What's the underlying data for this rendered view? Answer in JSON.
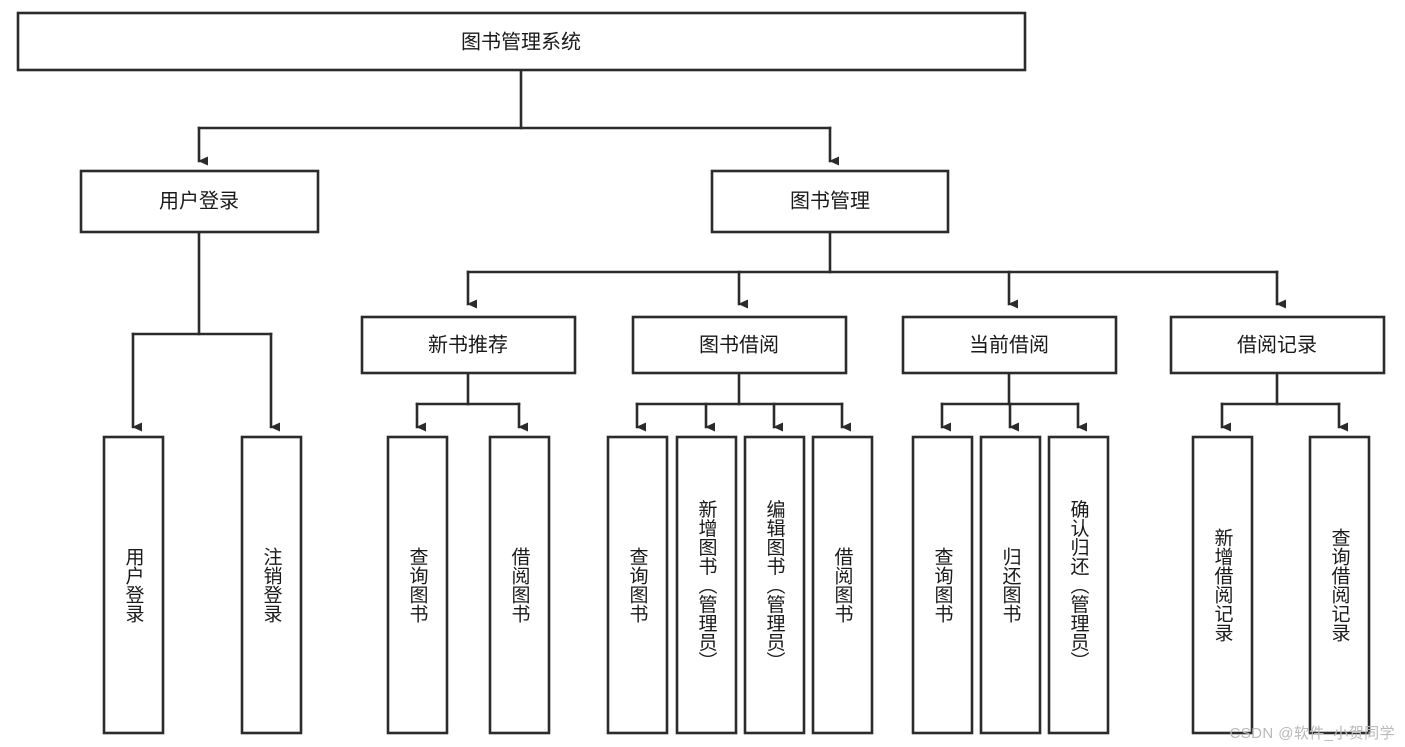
{
  "diagram": {
    "type": "tree-hierarchy",
    "title": "图书管理系统",
    "watermark": "CSDN @软件_小贺同学",
    "colors": {
      "stroke": "#2b2b2b",
      "fill": "#ffffff",
      "text": "#1a1a1a",
      "watermark": "#b9b9b9",
      "background": "#ffffff"
    },
    "levels": {
      "root": "图书管理系统",
      "level2": [
        "用户登录",
        "图书管理"
      ],
      "level3": [
        "新书推荐",
        "图书借阅",
        "当前借阅",
        "借阅记录"
      ]
    },
    "nodes": {
      "root": {
        "id": "root",
        "label": "图书管理系统",
        "orientation": "horizontal"
      },
      "user_login": {
        "id": "user_login",
        "label": "用户登录",
        "orientation": "horizontal"
      },
      "book_manage": {
        "id": "book_manage",
        "label": "图书管理",
        "orientation": "horizontal"
      },
      "new_book_rec": {
        "id": "new_book_rec",
        "label": "新书推荐",
        "orientation": "horizontal"
      },
      "book_borrow": {
        "id": "book_borrow",
        "label": "图书借阅",
        "orientation": "horizontal"
      },
      "current_borrow": {
        "id": "current_borrow",
        "label": "当前借阅",
        "orientation": "horizontal"
      },
      "borrow_record": {
        "id": "borrow_record",
        "label": "借阅记录",
        "orientation": "horizontal"
      },
      "leaf_user_login": {
        "id": "leaf_user_login",
        "label": "用户登录",
        "orientation": "vertical"
      },
      "leaf_logout": {
        "id": "leaf_logout",
        "label": "注销登录",
        "orientation": "vertical"
      },
      "leaf_query_book_1": {
        "id": "leaf_query_book_1",
        "label": "查询图书",
        "orientation": "vertical"
      },
      "leaf_borrow_book_1": {
        "id": "leaf_borrow_book_1",
        "label": "借阅图书",
        "orientation": "vertical"
      },
      "leaf_query_book_2": {
        "id": "leaf_query_book_2",
        "label": "查询图书",
        "orientation": "vertical"
      },
      "leaf_add_book": {
        "id": "leaf_add_book",
        "label": "新增图书（管理员）",
        "orientation": "vertical"
      },
      "leaf_edit_book": {
        "id": "leaf_edit_book",
        "label": "编辑图书（管理员）",
        "orientation": "vertical"
      },
      "leaf_borrow_book_2": {
        "id": "leaf_borrow_book_2",
        "label": "借阅图书",
        "orientation": "vertical"
      },
      "leaf_query_book_3": {
        "id": "leaf_query_book_3",
        "label": "查询图书",
        "orientation": "vertical"
      },
      "leaf_return_book": {
        "id": "leaf_return_book",
        "label": "归还图书",
        "orientation": "vertical"
      },
      "leaf_confirm_return": {
        "id": "leaf_confirm_return",
        "label": "确认归还（管理员）",
        "orientation": "vertical"
      },
      "leaf_add_record": {
        "id": "leaf_add_record",
        "label": "新增借阅记录",
        "orientation": "vertical"
      },
      "leaf_query_record": {
        "id": "leaf_query_record",
        "label": "查询借阅记录",
        "orientation": "vertical"
      }
    },
    "edges": [
      {
        "from": "root",
        "to": "user_login"
      },
      {
        "from": "root",
        "to": "book_manage"
      },
      {
        "from": "user_login",
        "to": "leaf_user_login"
      },
      {
        "from": "user_login",
        "to": "leaf_logout"
      },
      {
        "from": "book_manage",
        "to": "new_book_rec"
      },
      {
        "from": "book_manage",
        "to": "book_borrow"
      },
      {
        "from": "book_manage",
        "to": "current_borrow"
      },
      {
        "from": "book_manage",
        "to": "borrow_record"
      },
      {
        "from": "new_book_rec",
        "to": "leaf_query_book_1"
      },
      {
        "from": "new_book_rec",
        "to": "leaf_borrow_book_1"
      },
      {
        "from": "book_borrow",
        "to": "leaf_query_book_2"
      },
      {
        "from": "book_borrow",
        "to": "leaf_add_book"
      },
      {
        "from": "book_borrow",
        "to": "leaf_edit_book"
      },
      {
        "from": "book_borrow",
        "to": "leaf_borrow_book_2"
      },
      {
        "from": "current_borrow",
        "to": "leaf_query_book_3"
      },
      {
        "from": "current_borrow",
        "to": "leaf_return_book"
      },
      {
        "from": "current_borrow",
        "to": "leaf_confirm_return"
      },
      {
        "from": "borrow_record",
        "to": "leaf_add_record"
      },
      {
        "from": "borrow_record",
        "to": "leaf_query_record"
      }
    ]
  }
}
